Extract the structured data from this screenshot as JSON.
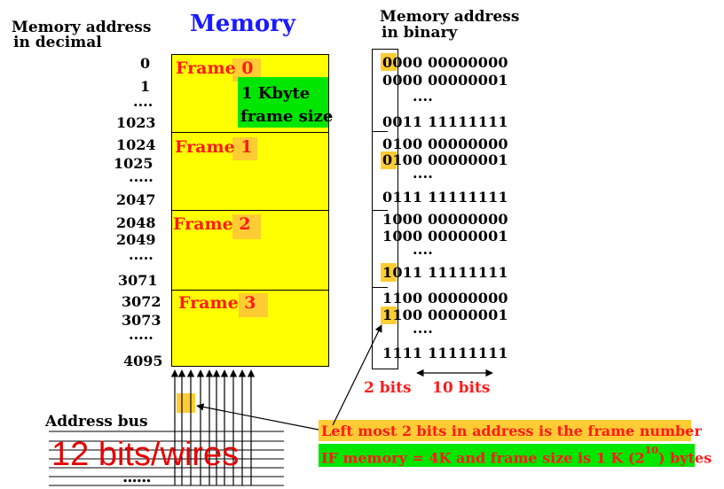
{
  "header": {
    "decimal_line1": "Memory address",
    "decimal_line2": "in decimal",
    "title": "Memory",
    "binary_line1": "Memory address",
    "binary_line2": "in binary"
  },
  "decimal_addresses": [
    "0",
    "1",
    "....",
    "1023",
    "1024",
    "1025",
    ".....",
    "2047",
    "2048",
    "2049",
    ".....",
    "3071",
    "3072",
    "3073",
    ".....",
    "4095"
  ],
  "frames": [
    "Frame 0",
    "Frame 1",
    "Frame 2",
    "Frame 3"
  ],
  "frame_size_label_line1": "1 Kbyte",
  "frame_size_label_line2": "frame size",
  "binary_addresses": [
    "0000 00000000",
    "0000 00000001",
    "....",
    "0011 11111111",
    "0100 00000000",
    "0100 00000001",
    "....",
    "0111 11111111",
    "1000 00000000",
    "1000 00000001",
    "....",
    "1011 11111111",
    "1100 00000000",
    "1100 00000001",
    "....",
    "1111 11111111"
  ],
  "bit_labels": {
    "left": "2 bits",
    "right": "10 bits"
  },
  "address_bus_label": "Address bus",
  "bus_width_label": "12 bits/wires",
  "bus_dots": "......",
  "notes": {
    "frame_number": "Left most 2 bits in address is the frame number",
    "memory_prefix": "IF memory = 4K and frame size is 1 K (2",
    "memory_exponent": "10",
    "memory_suffix": ") bytes"
  },
  "colors": {
    "memory_fill": "#ffff00",
    "highlight": "#ffcc33",
    "green": "#00e600",
    "red_text": "#ff1a1a",
    "title_blue": "#1a1aff"
  }
}
